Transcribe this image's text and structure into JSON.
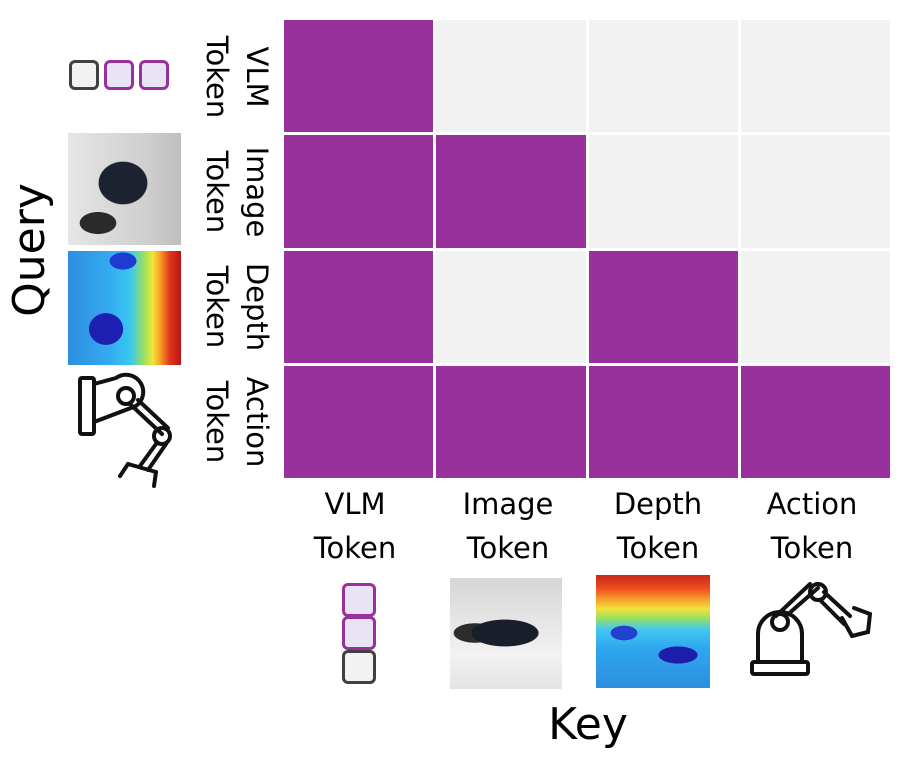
{
  "axes": {
    "query_title": "Query",
    "key_title": "Key"
  },
  "rows": [
    {
      "line1": "VLM",
      "line2": "Token"
    },
    {
      "line1": "Image",
      "line2": "Token"
    },
    {
      "line1": "Depth",
      "line2": "Token"
    },
    {
      "line1": "Action",
      "line2": "Token"
    }
  ],
  "columns": [
    {
      "line1": "VLM",
      "line2": "Token"
    },
    {
      "line1": "Image",
      "line2": "Token"
    },
    {
      "line1": "Depth",
      "line2": "Token"
    },
    {
      "line1": "Action",
      "line2": "Token"
    }
  ],
  "attention_mask": [
    [
      1,
      0,
      0,
      0
    ],
    [
      1,
      1,
      0,
      0
    ],
    [
      1,
      0,
      1,
      0
    ],
    [
      1,
      1,
      1,
      1
    ]
  ],
  "colors": {
    "attend": "#98319c",
    "masked": "#f2f2f2",
    "token_border_gray": "#404040",
    "token_border_purple": "#98319c",
    "token_fill_purple": "#e8e4f6"
  },
  "icons": {
    "vlm": "token-stack-icon",
    "image": "rgb-image-thumbnail",
    "depth": "depth-map-thumbnail",
    "action": "robot-arm-icon"
  }
}
